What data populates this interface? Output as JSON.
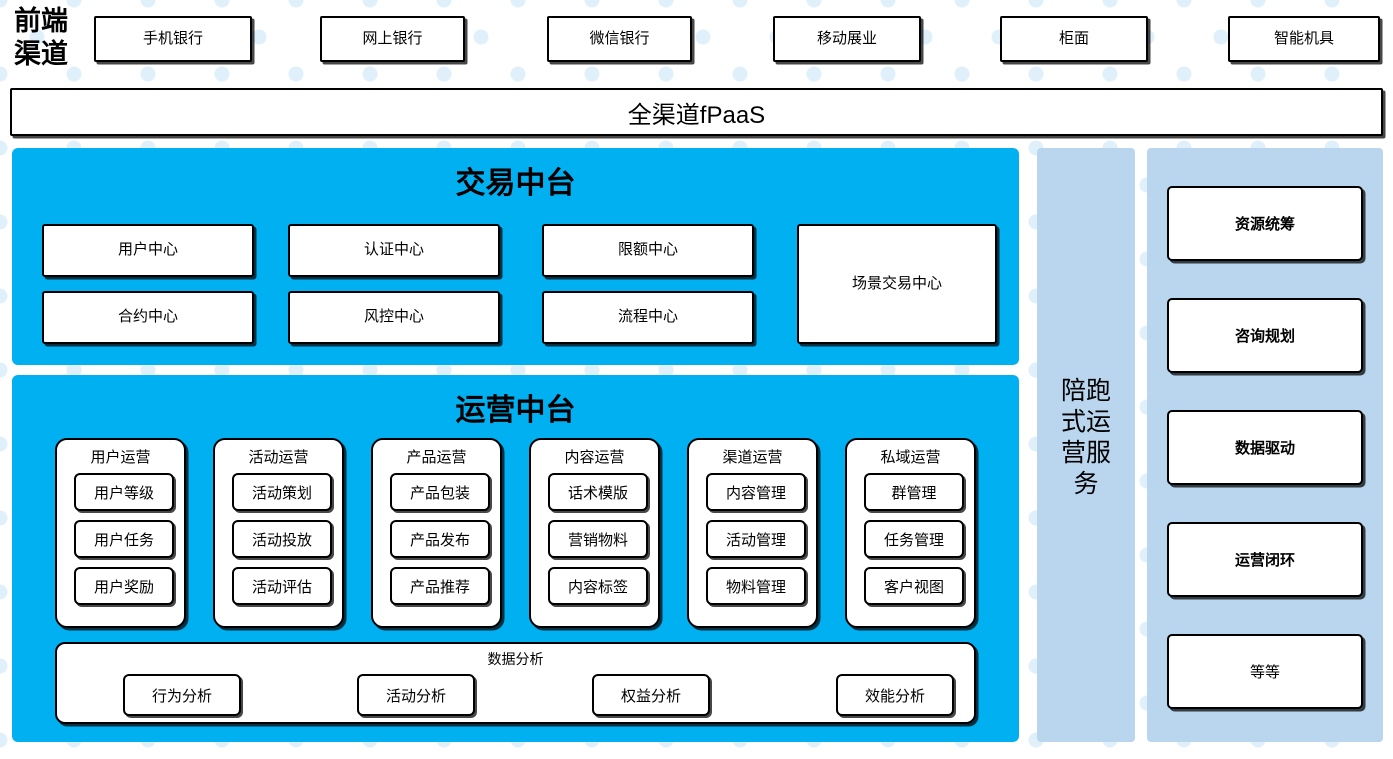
{
  "channel_rail": {
    "label_lines": [
      "前端",
      "渠道"
    ]
  },
  "channels": [
    {
      "label": "手机银行"
    },
    {
      "label": "网上银行"
    },
    {
      "label": "微信银行"
    },
    {
      "label": "移动展业"
    },
    {
      "label": "柜面"
    },
    {
      "label": "智能机具"
    }
  ],
  "fpaas": {
    "label": "全渠道fPaaS"
  },
  "transaction_center": {
    "title": "交易中台",
    "cards": [
      {
        "label": "用户中心"
      },
      {
        "label": "认证中心"
      },
      {
        "label": "限额中心"
      },
      {
        "label": "合约中心"
      },
      {
        "label": "风控中心"
      },
      {
        "label": "流程中心"
      },
      {
        "label": "场景交易中心"
      }
    ]
  },
  "operation_center": {
    "title": "运营中台",
    "groups": [
      {
        "title": "用户运营",
        "items": [
          "用户等级",
          "用户任务",
          "用户奖励"
        ]
      },
      {
        "title": "活动运营",
        "items": [
          "活动策划",
          "活动投放",
          "活动评估"
        ]
      },
      {
        "title": "产品运营",
        "items": [
          "产品包装",
          "产品发布",
          "产品推荐"
        ]
      },
      {
        "title": "内容运营",
        "items": [
          "话术模版",
          "营销物料",
          "内容标签"
        ]
      },
      {
        "title": "渠道运营",
        "items": [
          "内容管理",
          "活动管理",
          "物料管理"
        ]
      },
      {
        "title": "私域运营",
        "items": [
          "群管理",
          "任务管理",
          "客户视图"
        ]
      }
    ],
    "data_analysis": {
      "title": "数据分析",
      "items": [
        "行为分析",
        "活动分析",
        "权益分析",
        "效能分析"
      ]
    }
  },
  "service_rail": {
    "label": "陪跑式运营服务"
  },
  "service_panel": {
    "cards": [
      {
        "label": "资源统筹",
        "bold": true
      },
      {
        "label": "咨询规划",
        "bold": true
      },
      {
        "label": "数据驱动",
        "bold": true
      },
      {
        "label": "运营闭环",
        "bold": true
      },
      {
        "label": "等等",
        "bold": false
      }
    ]
  },
  "colors": {
    "platform_cyan": "#00B0F0",
    "rail_light_blue": "#B9D6EE",
    "dot_blue": "#DFF0FB",
    "card_white": "#FFFFFF",
    "outline_black": "#000000"
  }
}
